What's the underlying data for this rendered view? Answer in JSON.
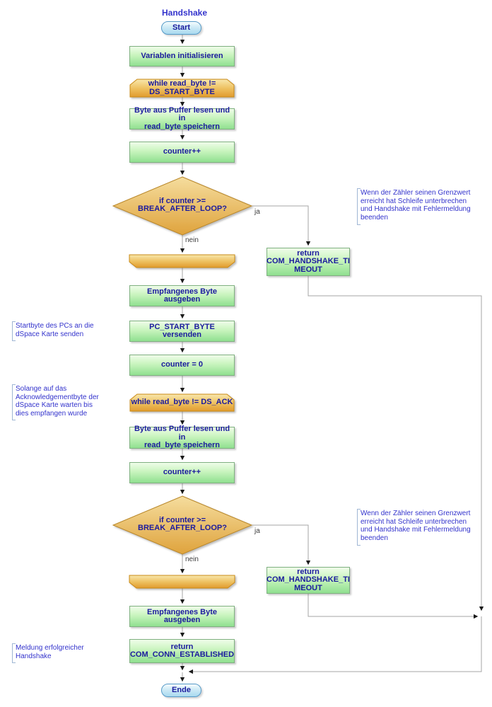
{
  "title": "Handshake",
  "nodes": {
    "start": "Start",
    "init": "Variablen initialisieren",
    "while_start_byte": "while read_byte !=\nDS_START_BYTE",
    "read_buffer_1": "Byte aus Puffer lesen und in\nread_byte speichern",
    "counter_inc_1": "counter++",
    "if_break_1": "if counter >=\nBREAK_AFTER_LOOP?",
    "return_timeout_1": "return\nCOM_HANDSHAKE_TI\nMEOUT",
    "output_byte_1": "Empfangenes Byte ausgeben",
    "send_start_byte": "PC_START_BYTE versenden",
    "counter_reset": "counter = 0",
    "while_ack": "while read_byte != DS_ACK",
    "read_buffer_2": "Byte aus Puffer lesen und in\nread_byte speichern",
    "counter_inc_2": "counter++",
    "if_break_2": "if counter >=\nBREAK_AFTER_LOOP?",
    "return_timeout_2": "return\nCOM_HANDSHAKE_TI\nMEOUT",
    "output_byte_2": "Empfangenes Byte ausgeben",
    "return_established": "return\nCOM_CONN_ESTABLISHED",
    "end": "Ende"
  },
  "edge_labels": {
    "ja_1": "ja",
    "nein_1": "nein",
    "ja_2": "ja",
    "nein_2": "nein"
  },
  "annotations": {
    "right_timeout_1": "Wenn der Zähler seinen Grenzwert\nerreicht hat Schleife unterbrechen\nund Handshake mit Fehlermeldung\nbeenden",
    "left_send_start": "Startbyte des PCs an die\ndSpace Karte senden",
    "left_wait_ack": "Solange auf das\nAcknowledgementbyte der\ndSpace Karte warten bis\ndies empfangen wurde",
    "right_timeout_2": "Wenn der Zähler seinen Grenzwert\nerreicht hat Schleife unterbrechen\nund Handshake mit Fehlermeldung\nbeenden",
    "left_success": "Meldung erfolgreicher\nHandshake"
  },
  "colors": {
    "node_text": "#1b1b9e",
    "annotation_text": "#3333cc",
    "green_top": "#effde9",
    "green_bottom": "#90e090",
    "green_border": "#7fb080",
    "orange_top": "#f7e3a4",
    "orange_bottom": "#e19b2e",
    "orange_border": "#c98a18",
    "oval_top": "#f6fcfe",
    "oval_bottom": "#a9d9ef",
    "oval_border": "#569ac8",
    "connector_line": "#a6a6a6",
    "arrowhead": "#1a1a1a"
  }
}
